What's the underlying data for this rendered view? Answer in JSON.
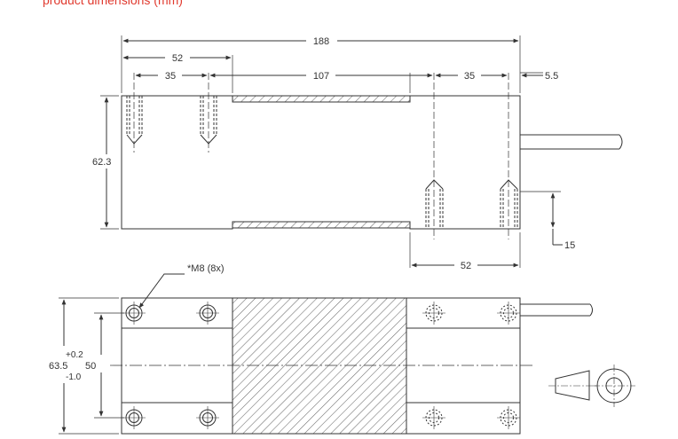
{
  "header": {
    "title": "product dimensions (mm)"
  },
  "colors": {
    "title": "#e03a2f",
    "line": "#333333",
    "hatch": "#6a6a6a"
  },
  "side_view": {
    "overall_length": "188",
    "to_first_step": "52",
    "hole_pitch_left": "35",
    "middle_span": "107",
    "hole_pitch_right": "35",
    "right_offset": "5.5",
    "height": "62.3",
    "step_height": "15",
    "bottom_span": "52"
  },
  "top_view": {
    "thread_callout": "*M8 (8x)",
    "height": "63.5",
    "tolerance_plus": "+0.2",
    "tolerance_minus": "-1.0",
    "hole_spacing": "50"
  },
  "projection_symbol": {
    "name": "third-angle-projection-icon"
  }
}
